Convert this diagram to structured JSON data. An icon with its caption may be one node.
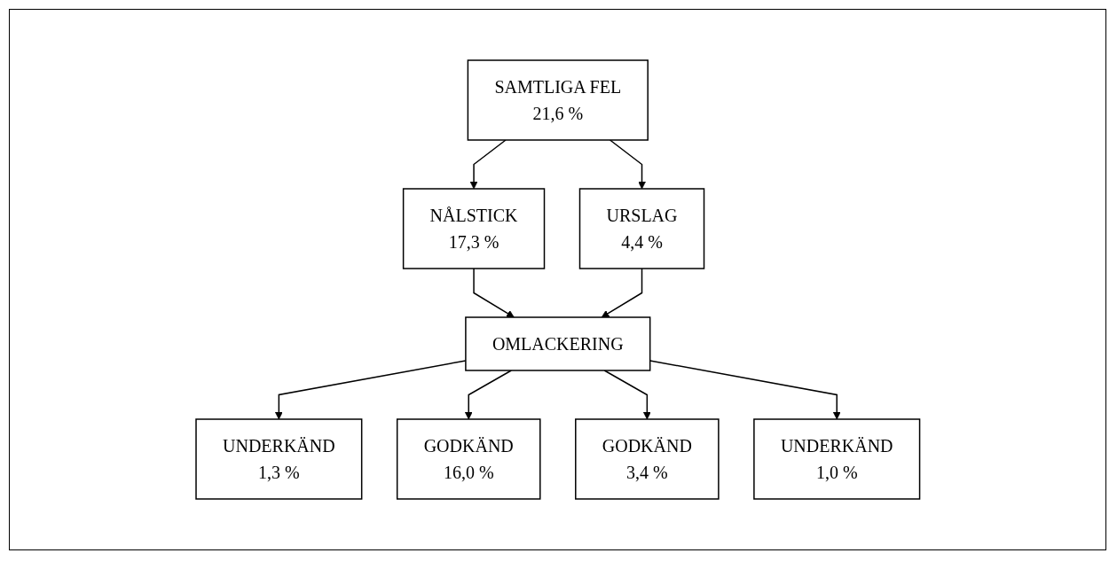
{
  "diagram": {
    "nodes": [
      {
        "text": [
          "SAMTLIGA FEL",
          "21,6 %"
        ]
      },
      {
        "text": [
          "NÅLSTICK",
          "17,3 %"
        ]
      },
      {
        "text": [
          "URSLAG",
          "4,4 %"
        ]
      },
      {
        "text": [
          "OMLACKERING"
        ]
      },
      {
        "text": [
          "UNDERKÄND",
          "1,3 %"
        ]
      },
      {
        "text": [
          "GODKÄND",
          "16,0 %"
        ]
      },
      {
        "text": [
          "GODKÄND",
          "3,4 %"
        ]
      },
      {
        "text": [
          "UNDERKÄND",
          "1,0 %"
        ]
      }
    ],
    "edges": [
      {
        "from": 0,
        "to": 1,
        "arrow": "to"
      },
      {
        "from": 0,
        "to": 2,
        "arrow": "to"
      },
      {
        "from": 1,
        "to": 3,
        "arrow": "to"
      },
      {
        "from": 2,
        "to": 3,
        "arrow": "to"
      },
      {
        "from": 3,
        "to": 4,
        "arrow": "to"
      },
      {
        "from": 3,
        "to": 5,
        "arrow": "to"
      },
      {
        "from": 3,
        "to": 6,
        "arrow": "to"
      },
      {
        "from": 3,
        "to": 7,
        "arrow": "to"
      }
    ]
  }
}
